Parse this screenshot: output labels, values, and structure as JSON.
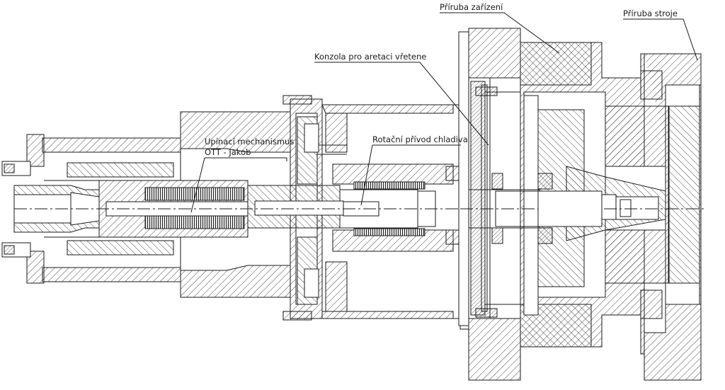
{
  "labels": {
    "priruba_zarizeni": "Příruba zařízení",
    "priruba_stroje": "Příruba stroje",
    "konzola": "Konzola pro aretaci vřetene",
    "upinaci_line1": "Upínací mechanismus",
    "upinaci_line2": "OTT - Jakob",
    "rotacni": "Rotační přívod chladiva"
  },
  "colors": {
    "line": "#1a1a1a",
    "hatch": "#333333",
    "background": "#ffffff"
  }
}
